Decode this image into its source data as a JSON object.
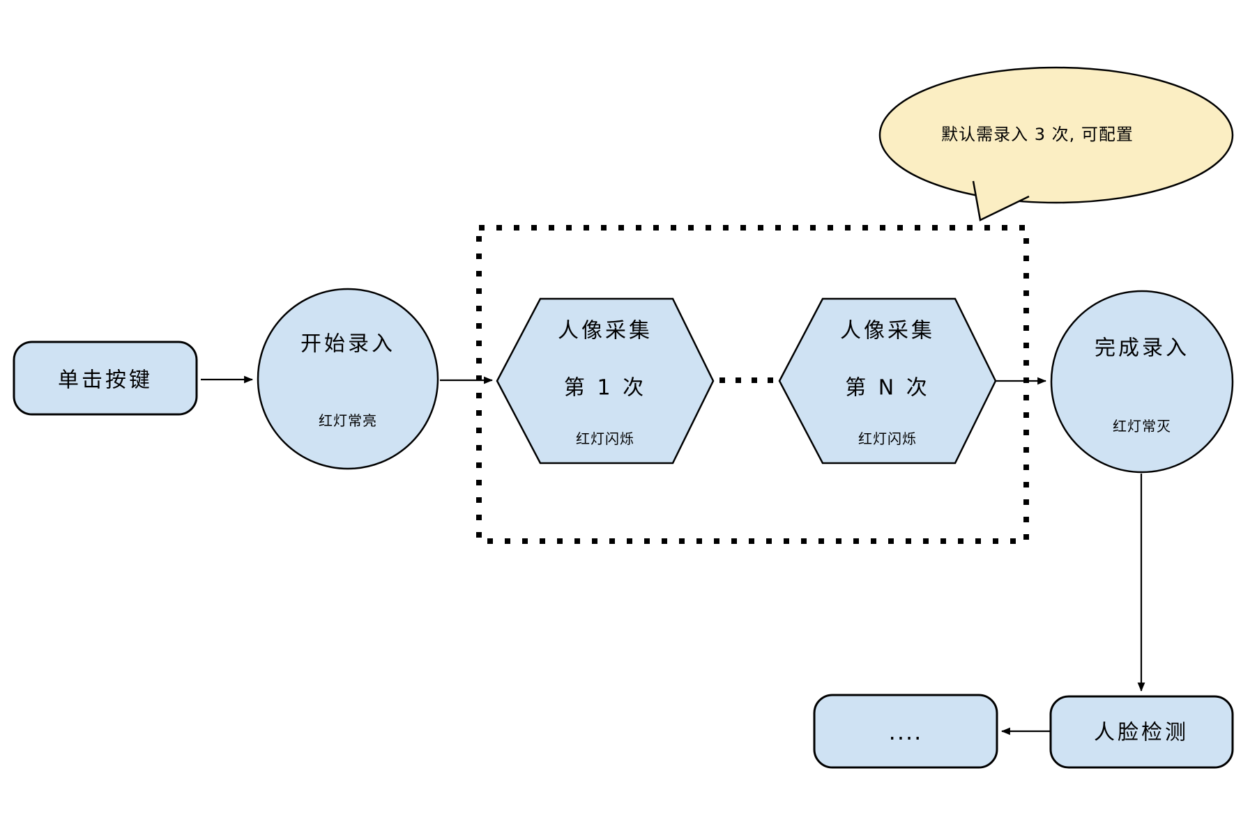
{
  "colors": {
    "node_fill": "#CFE2F3",
    "node_stroke": "#000000",
    "callout_fill": "#FBEEC3",
    "line": "#000000"
  },
  "callout": {
    "text": "默认需录入 3 次, 可配置"
  },
  "nodes": {
    "click_button": {
      "label": "单击按键"
    },
    "start_entry": {
      "label": "开始录入",
      "status": "红灯常亮"
    },
    "capture_first": {
      "title": "人像采集",
      "round": "第 1 次",
      "status": "红灯闪烁"
    },
    "capture_nth": {
      "title": "人像采集",
      "round": "第 N 次",
      "status": "红灯闪烁"
    },
    "finish_entry": {
      "label": "完成录入",
      "status": "红灯常灭"
    },
    "face_detection": {
      "label": "人脸检测"
    },
    "continuation": {
      "label": "...."
    }
  }
}
